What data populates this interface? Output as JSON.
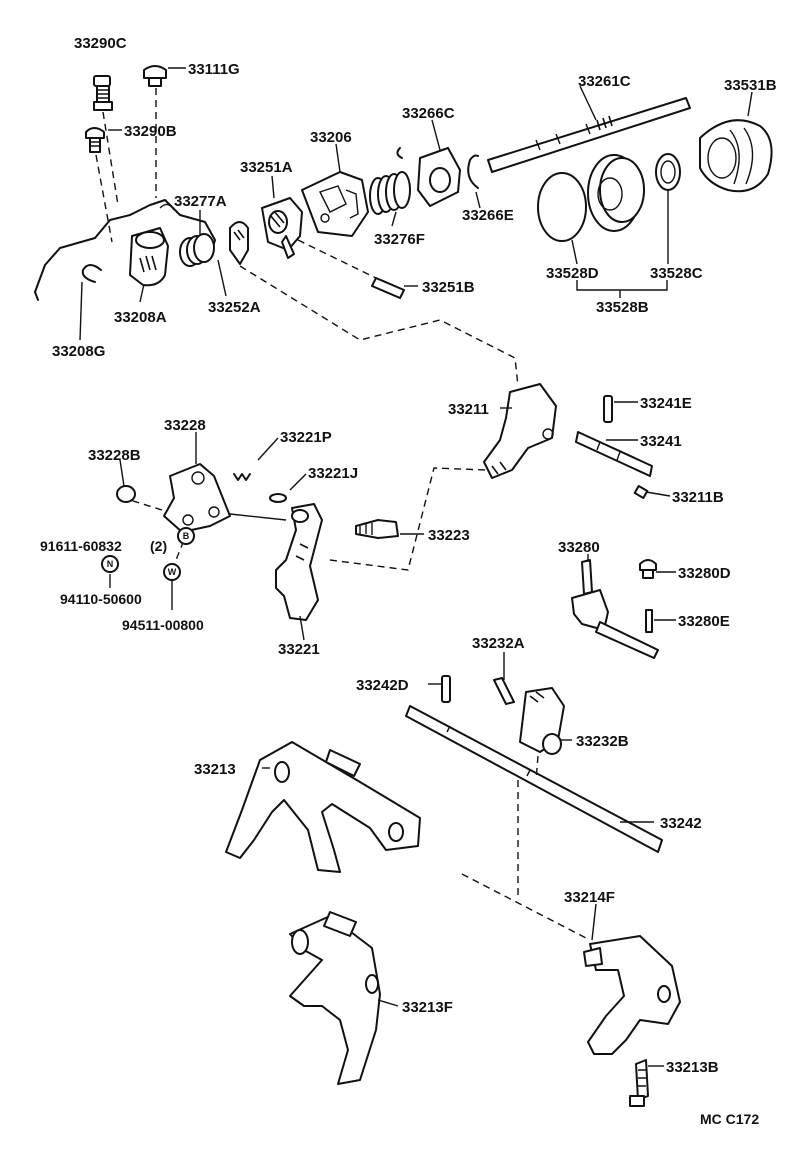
{
  "diagram_ref": "MC C172",
  "parts": {
    "p33290C": "33290C",
    "p33111G": "33111G",
    "p33290B": "33290B",
    "p33261C": "33261C",
    "p33531B": "33531B",
    "p33266C": "33266C",
    "p33206": "33206",
    "p33251A": "33251A",
    "p33277A": "33277A",
    "p33276F": "33276F",
    "p33266E": "33266E",
    "p33528D": "33528D",
    "p33528C": "33528C",
    "p33528B": "33528B",
    "p33251B": "33251B",
    "p33208A": "33208A",
    "p33252A": "33252A",
    "p33208G": "33208G",
    "p33211": "33211",
    "p33241E": "33241E",
    "p33241": "33241",
    "p33211B": "33211B",
    "p33228": "33228",
    "p33221P": "33221P",
    "p33228B": "33228B",
    "p33221J": "33221J",
    "p33223": "33223",
    "p91611": "91611-60832",
    "p91611_qty": "(2)",
    "p94110": "94110-50600",
    "p94511": "94511-00800",
    "p33221": "33221",
    "p33280": "33280",
    "p33280D": "33280D",
    "p33280E": "33280E",
    "p33232A": "33232A",
    "p33242D": "33242D",
    "p33232B": "33232B",
    "p33213": "33213",
    "p33242": "33242",
    "p33214F": "33214F",
    "p33213F": "33213F",
    "p33213B": "33213B"
  },
  "markers": {
    "B": "B",
    "N": "N",
    "W": "W"
  }
}
